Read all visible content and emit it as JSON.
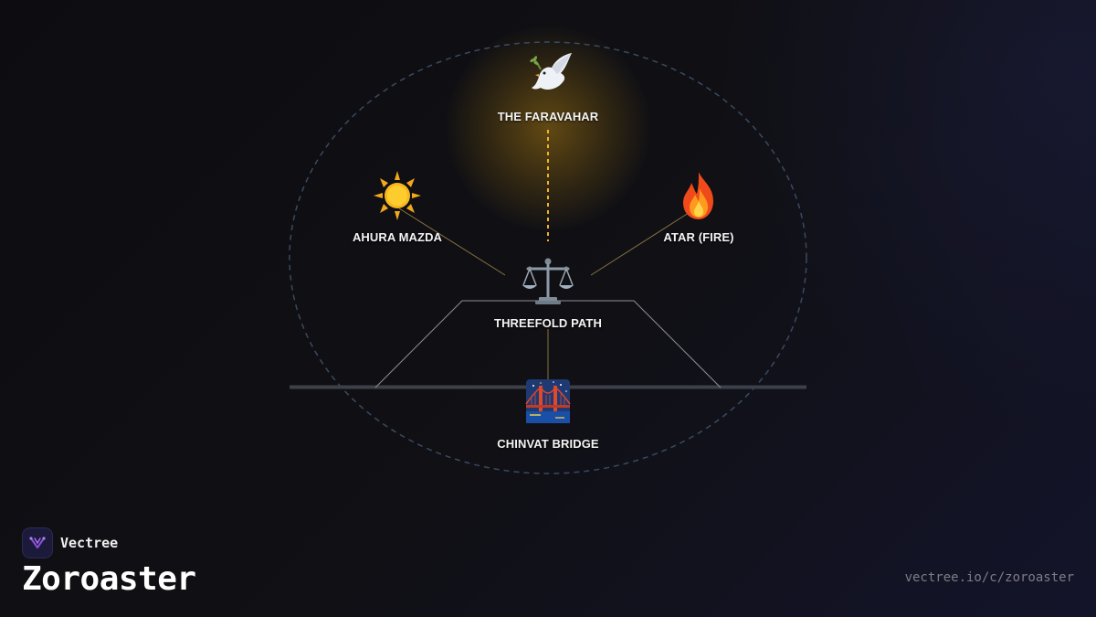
{
  "nodes": {
    "faravahar": {
      "label": "THE FARAVAHAR",
      "icon": "dove-icon"
    },
    "ahura_mazda": {
      "label": "AHURA MAZDA",
      "icon": "sun-icon"
    },
    "atar": {
      "label": "ATAR (FIRE)",
      "icon": "fire-icon"
    },
    "threefold_path": {
      "label": "THREEFOLD PATH",
      "icon": "balance-scale-icon"
    },
    "chinvat_bridge": {
      "label": "CHINVAT BRIDGE",
      "icon": "bridge-night-icon"
    }
  },
  "colors": {
    "background": "#0e0e12",
    "glow": "#a57812",
    "dashed_ring": "#3a4a60",
    "gold_line": "#f0b429",
    "connector": "#8a7440",
    "bridge_bar": "#3c4048",
    "label_text": "#f3f3f3",
    "url_text": "#7d7d85"
  },
  "footer": {
    "brand_name": "Vectree",
    "brand_icon": "vectree-logo-icon",
    "page_title": "Zoroaster",
    "url": "vectree.io/c/zoroaster"
  }
}
